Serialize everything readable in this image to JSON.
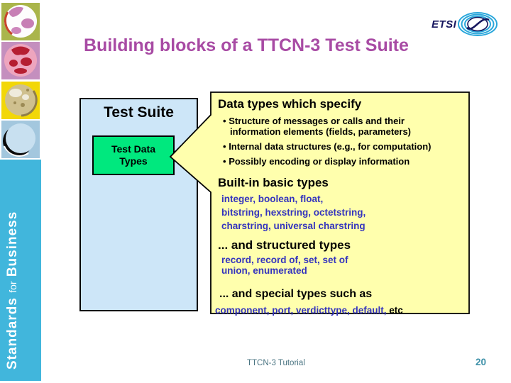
{
  "header": {
    "title": "Building blocks of a TTCN-3 Test Suite"
  },
  "logo": {
    "text": "ETSI"
  },
  "sidebar": {
    "tagline": {
      "word1": "Standards",
      "word2": "for",
      "word3": "Business"
    },
    "tiles": [
      "green-globe",
      "pink-globe",
      "yellow-moon",
      "blue-moon"
    ]
  },
  "diagram": {
    "suite_label": "Test Suite",
    "data_types": {
      "line1": "Test Data",
      "line2": "Types"
    }
  },
  "callout": {
    "heading": "Data types which specify",
    "bullet_char": "•",
    "bullets": [
      {
        "lines": [
          "Structure of messages or calls and their",
          "information elements (fields, parameters)"
        ]
      },
      {
        "lines": [
          "Internal data structures (e.g., for computation)"
        ]
      },
      {
        "lines": [
          "Possibly encoding or display information"
        ]
      }
    ],
    "basic": {
      "heading": "Built-in basic types",
      "lines": [
        "integer, boolean, float,",
        "bitstring, hexstring, octetstring,",
        "charstring, universal charstring"
      ]
    },
    "structured": {
      "heading": "... and structured types",
      "lines": [
        "record, record of, set, set of",
        "union, enumerated"
      ]
    },
    "special": {
      "heading": "... and special types such as",
      "items": "component, port, verdicttype, default,",
      "suffix": "etc"
    }
  },
  "footer": {
    "doc_title": "TTCN-3 Tutorial",
    "page_number": "20"
  },
  "colors": {
    "purple": "#A84BA4",
    "yellow": "#FFFFAD",
    "green": "#00E87E",
    "lightblue": "#CDE6F8",
    "cyan": "#41B6DC",
    "bluetext": "#3434BE",
    "navy": "#16165E",
    "footer": "#4A7482",
    "pagenum": "#3F91A9"
  }
}
